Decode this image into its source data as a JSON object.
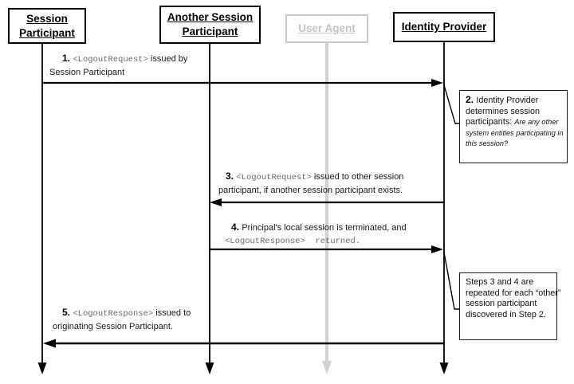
{
  "colors": {
    "line": "#000000",
    "muted_gray": "#c9c9c9",
    "muted_lifeline": "#d2d2d2",
    "mono_text": "#6a6a6a"
  },
  "actors": [
    {
      "id": "session-participant",
      "label": "Session Participant",
      "muted": false
    },
    {
      "id": "another-session-participant",
      "label": "Another Session Participant",
      "muted": false
    },
    {
      "id": "user-agent",
      "label": "User Agent",
      "muted": true
    },
    {
      "id": "identity-provider",
      "label": "Identity Provider",
      "muted": false
    }
  ],
  "messages": [
    {
      "step": "1",
      "from": "Session Participant",
      "to": "Identity Provider",
      "direction": "right",
      "lines": [
        [
          {
            "s": "b",
            "t": "1. "
          },
          {
            "s": "m",
            "t": "<LogoutRequest>"
          },
          {
            "s": "p",
            "t": " issued by"
          }
        ],
        [
          {
            "s": "p",
            "t": "Session Participant"
          }
        ]
      ]
    },
    {
      "step": "3",
      "from": "Identity Provider",
      "to": "Another Session Participant",
      "direction": "left",
      "lines": [
        [
          {
            "s": "b",
            "t": "3. "
          },
          {
            "s": "m",
            "t": "<LogoutRequest>"
          },
          {
            "s": "p",
            "t": " issued to other session"
          }
        ],
        [
          {
            "s": "p",
            "t": "participant, if another session participant exists."
          }
        ]
      ]
    },
    {
      "step": "4",
      "from": "Another Session Participant",
      "to": "Identity Provider",
      "direction": "right",
      "lines": [
        [
          {
            "s": "b",
            "t": "4. "
          },
          {
            "s": "p",
            "t": "Principal's local session is terminated, and"
          }
        ],
        [
          {
            "s": "m",
            "t": "<LogoutResponse>  returned."
          }
        ]
      ]
    },
    {
      "step": "5",
      "from": "Identity Provider",
      "to": "Session Participant",
      "direction": "left",
      "lines": [
        [
          {
            "s": "b",
            "t": "5. "
          },
          {
            "s": "m",
            "t": "<LogoutResponse>"
          },
          {
            "s": "p",
            "t": " issued to"
          }
        ],
        [
          {
            "s": "p",
            "t": "originating Session Participant."
          }
        ]
      ]
    }
  ],
  "notes": [
    {
      "id": "step-2-note",
      "attached_to": "Identity Provider",
      "lines": [
        [
          {
            "s": "b",
            "t": "2. "
          },
          {
            "s": "p",
            "t": "Identity Provider"
          }
        ],
        [
          {
            "s": "p",
            "t": "determines session"
          }
        ],
        [
          {
            "s": "p",
            "t": "participants: "
          },
          {
            "s": "i",
            "t": "Are any other"
          }
        ],
        [
          {
            "s": "i",
            "t": "system entities participating in"
          }
        ],
        [
          {
            "s": "i",
            "t": "this session?"
          }
        ]
      ]
    },
    {
      "id": "steps-3-4-note",
      "attached_to": "Identity Provider",
      "lines": [
        [
          {
            "s": "p",
            "t": "Steps 3 and 4 are"
          }
        ],
        [
          {
            "s": "p",
            "t": "repeated for each “other”"
          }
        ],
        [
          {
            "s": "p",
            "t": "session participant"
          }
        ],
        [
          {
            "s": "p",
            "t": "discovered in Step 2."
          }
        ]
      ]
    }
  ]
}
